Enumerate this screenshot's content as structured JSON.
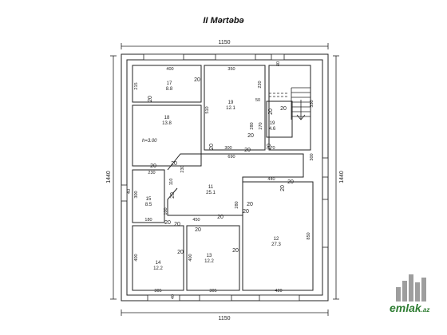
{
  "title": "II Mərtəbə",
  "dimensions": {
    "top_width": "1150",
    "bottom_width": "1150",
    "left_height": "1440",
    "right_height": "1440"
  },
  "rooms": [
    {
      "id": "17",
      "area": "8.8"
    },
    {
      "id": "19",
      "area": "12.1"
    },
    {
      "id": "18",
      "area": "13.8"
    },
    {
      "id": "19",
      "area": "4.6"
    },
    {
      "id": "11",
      "area": "25.1"
    },
    {
      "id": "15",
      "area": "8.5"
    },
    {
      "id": "12",
      "area": "27.3"
    },
    {
      "id": "14",
      "area": "12.2"
    },
    {
      "id": "13",
      "area": "12.2"
    }
  ],
  "ceiling_note": "h=3.00",
  "dims": {
    "d400a": "400",
    "d350": "350",
    "d40": "40",
    "d215": "215",
    "d220": "220",
    "d330": "330",
    "d510": "510",
    "d50": "50",
    "d270": "270",
    "d280": "280",
    "d300a": "300",
    "d170": "170",
    "d690": "690",
    "d300b": "300",
    "d230a": "230",
    "d230b": "230",
    "d440": "440",
    "d110": "110",
    "d40b": "40",
    "d300c": "300",
    "d100": "100",
    "d180": "180",
    "d450": "450",
    "d280b": "280",
    "d850": "850",
    "d400b": "400",
    "d400c": "400",
    "d305a": "305",
    "d305b": "305",
    "d420": "420",
    "d40c": "40"
  },
  "wall_thickness_labels": [
    "20",
    "20",
    "20",
    "20",
    "20",
    "20",
    "20",
    "20",
    "20",
    "20",
    "20",
    "20",
    "20",
    "20",
    "20",
    "20",
    "20",
    "20",
    "20",
    "20",
    "20"
  ],
  "logo": {
    "brand": "emlak",
    "tld": ".az"
  }
}
